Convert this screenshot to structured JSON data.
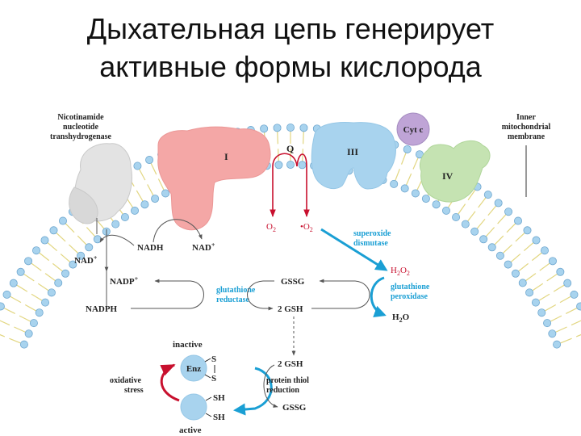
{
  "title": {
    "line1": "Дыхательная цепь генерирует",
    "line2": "активные формы кислорода"
  },
  "labels": {
    "transhydrogenase": [
      "Nicotinamide",
      "nucleotide",
      "transhydrogenase"
    ],
    "membrane": [
      "Inner",
      "mitochondrial",
      "membrane"
    ],
    "complex_I": "I",
    "Q": "Q",
    "complex_III": "III",
    "cyt_c": "Cyt c",
    "complex_IV": "IV",
    "O2": "O",
    "O2_sub": "2",
    "superoxide": "•O",
    "superoxide_sub": "2",
    "sod": [
      "superoxide",
      "dismutase"
    ],
    "nad_plus_left": "NAD",
    "nad_plus_left_sup": "+",
    "nadh": "NADH",
    "nad_plus": "NAD",
    "nad_plus_sup": "+",
    "nadp": "NADP",
    "nadp_sup": "+",
    "nadph": "NADPH",
    "gr": [
      "glutathione",
      "reductase"
    ],
    "gssg_top": "GSSG",
    "gsh_top": "2 GSH",
    "h2o2": "H",
    "h2o2_sub1": "2",
    "h2o2_mid": "O",
    "h2o2_sub2": "2",
    "gpx": [
      "glutathione",
      "peroxidase"
    ],
    "h2o": "H",
    "h2o_sub": "2",
    "h2o_end": "O",
    "inactive": "inactive",
    "enz": "Enz",
    "s": "S",
    "sh": "SH",
    "oxidative": [
      "oxidative",
      "stress"
    ],
    "gsh_bottom": "2 GSH",
    "ptr": [
      "protein thiol",
      "reduction"
    ],
    "gssg_bottom": "GSSG",
    "active": "active"
  },
  "colors": {
    "complex_I": "#f4a7a6",
    "complex_III": "#a8d3ee",
    "complex_IV": "#c5e3b2",
    "cyt_c": "#bfa4d6",
    "transhydrogenase": "#e3e3e3",
    "lipid_head": "#a8d3ee",
    "lipid_tail": "#e2d680",
    "red_arrow": "#c8102e",
    "blue_arrow": "#1a9fd4"
  }
}
